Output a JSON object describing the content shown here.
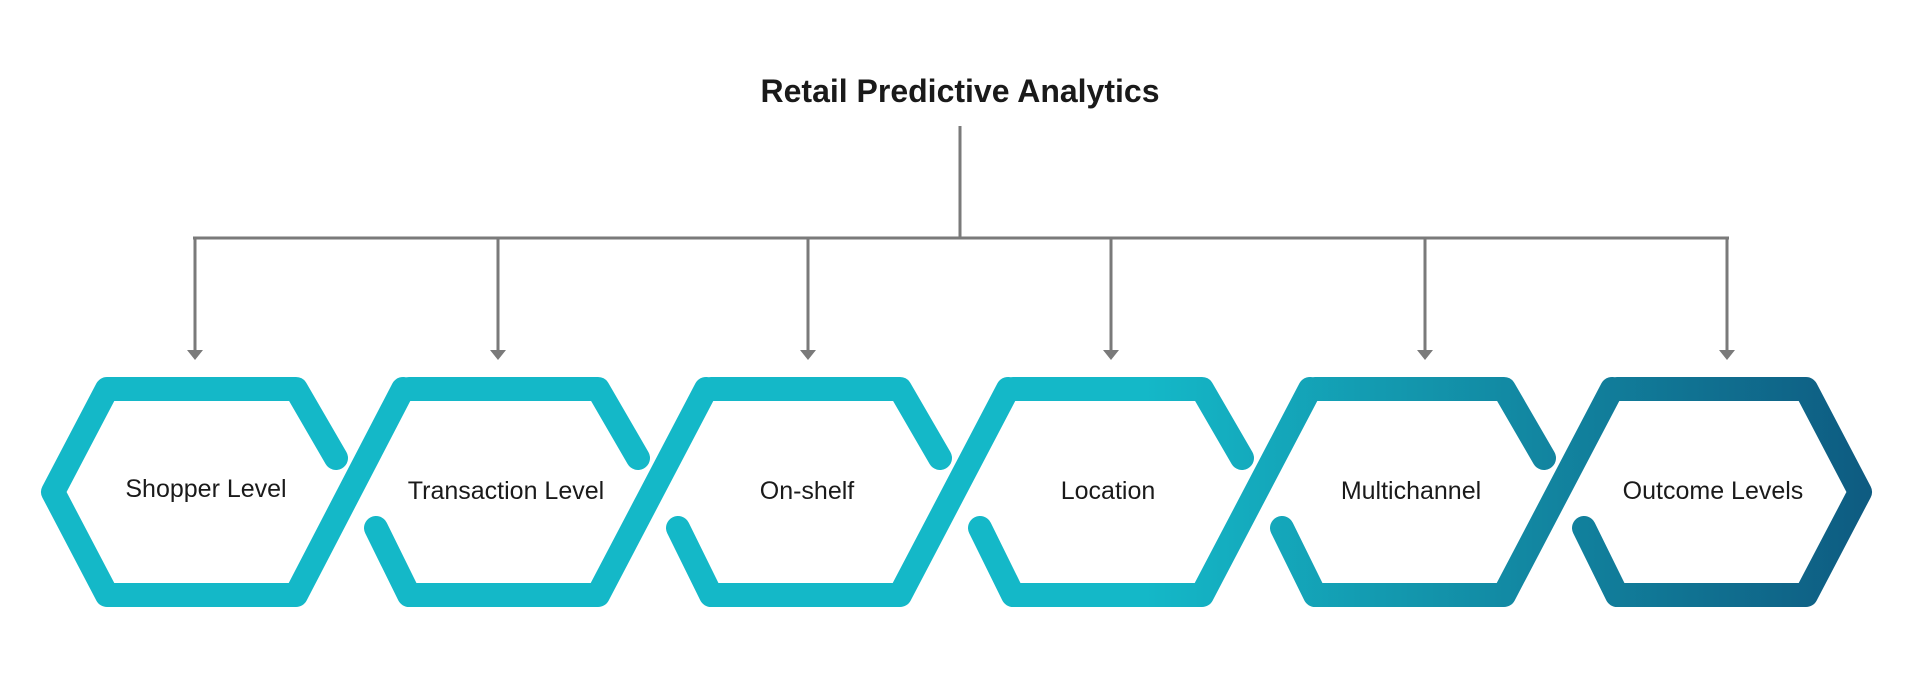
{
  "title": "Retail Predictive Analytics",
  "nodes": [
    {
      "label": "Shopper Level",
      "color": "#14B8C8"
    },
    {
      "label": "Transaction Level",
      "color": "#14B8C8"
    },
    {
      "label": "On-shelf",
      "color": "#14B8C8"
    },
    {
      "label": "Location",
      "color": "#14B8C8"
    },
    {
      "label": "Multichannel",
      "color": "#0F8FA8"
    },
    {
      "label": "Outcome Levels",
      "color": "#0E5F82"
    }
  ],
  "colors": {
    "connector": "#7A7A7A",
    "gradient_start": "#14B8C8",
    "gradient_end": "#0E5A80",
    "text": "#1A1A1A"
  }
}
